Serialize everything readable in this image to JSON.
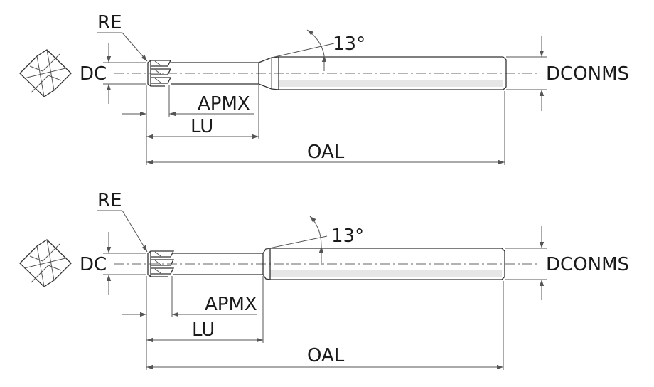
{
  "labels": {
    "re": "RE",
    "dc": "DC",
    "apmx": "APMX",
    "lu": "LU",
    "oal": "OAL",
    "dconms": "DCONMS",
    "angle": "13°"
  },
  "colors": {
    "line": "#333333",
    "text": "#1a1a1a",
    "shade": "#e6e6e6"
  },
  "views": [
    {
      "id": "top-view"
    },
    {
      "id": "bottom-view"
    }
  ]
}
